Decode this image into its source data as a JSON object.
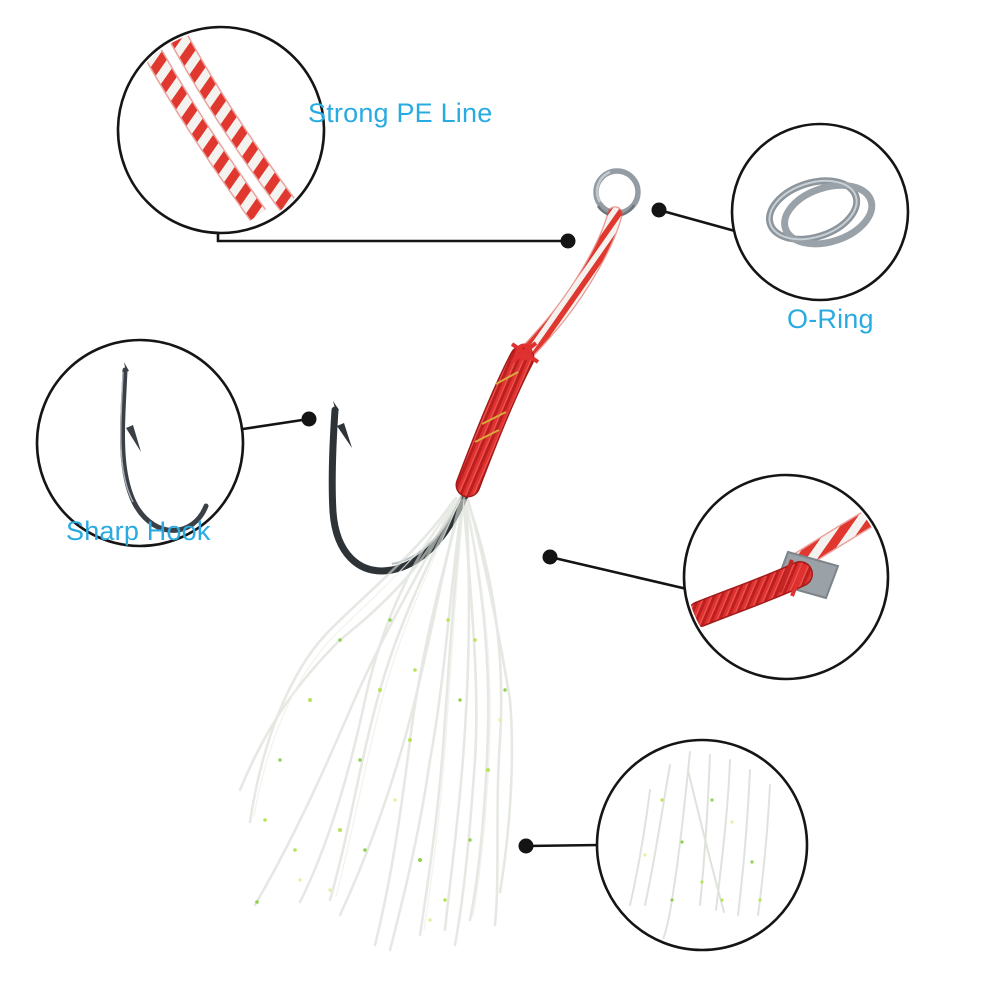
{
  "labels": {
    "pe_line": "Strong PE Line",
    "o_ring": "O-Ring",
    "sharp_hook": "Sharp Hook"
  },
  "colors": {
    "label_blue": "#29ABE2",
    "cord_red": "#e0382f",
    "wrap_red": "#d42a2a",
    "metal_gray": "#8f979e",
    "hook_dark": "#2e3338",
    "glitter_green": "#a6dd55",
    "callout_black": "#141414"
  }
}
